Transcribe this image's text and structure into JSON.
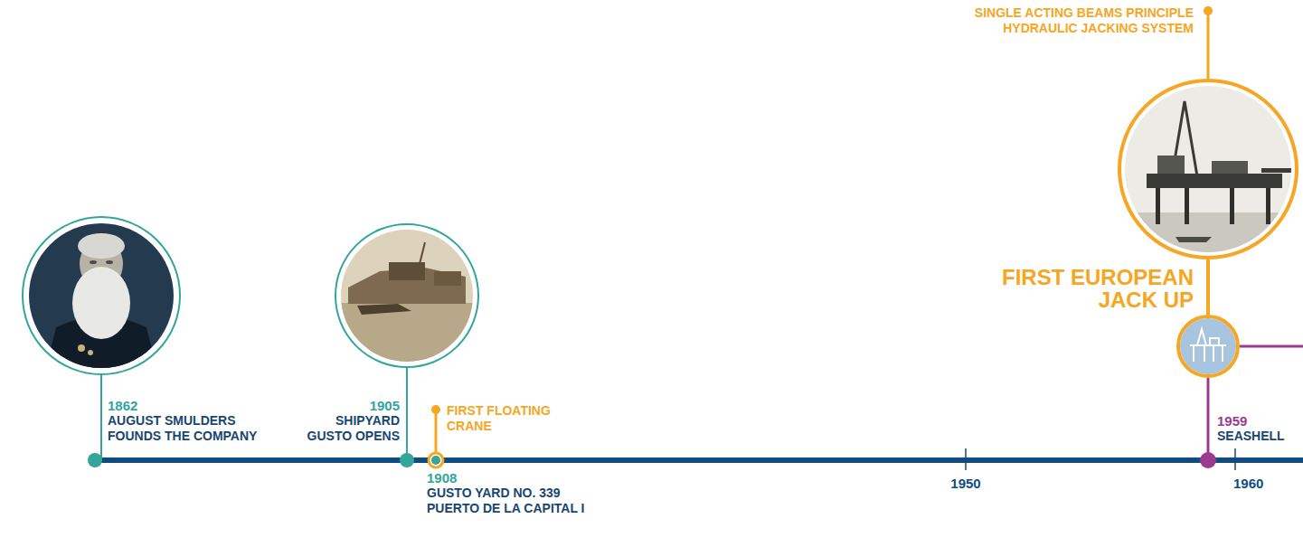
{
  "diagram": {
    "nodes": [
      {
        "text": [
          "1862",
          "AUGUST SMULDERS FOUNDS THE COMPANY"
        ]
      },
      {
        "text": [
          "1905",
          "SHIPYARD GUSTO OPENS"
        ]
      },
      {
        "text": [
          "SINGLE ACTING BEAMS PRINCIPLE HYDRAULIC JACKING SYSTEM",
          "FIRST EUROPEAN JACK UP"
        ]
      },
      {
        "text": [
          "1959",
          "SEASHELL"
        ]
      }
    ],
    "edges": [
      {
        "from": 2,
        "to": 3,
        "arrow": "none"
      }
    ],
    "labels": [
      "FIRST FLOATING CRANE",
      "1908",
      "GUSTO YARD NO. 339 PUERTO DE LA CAPITAL I",
      "1950",
      "1960"
    ]
  }
}
